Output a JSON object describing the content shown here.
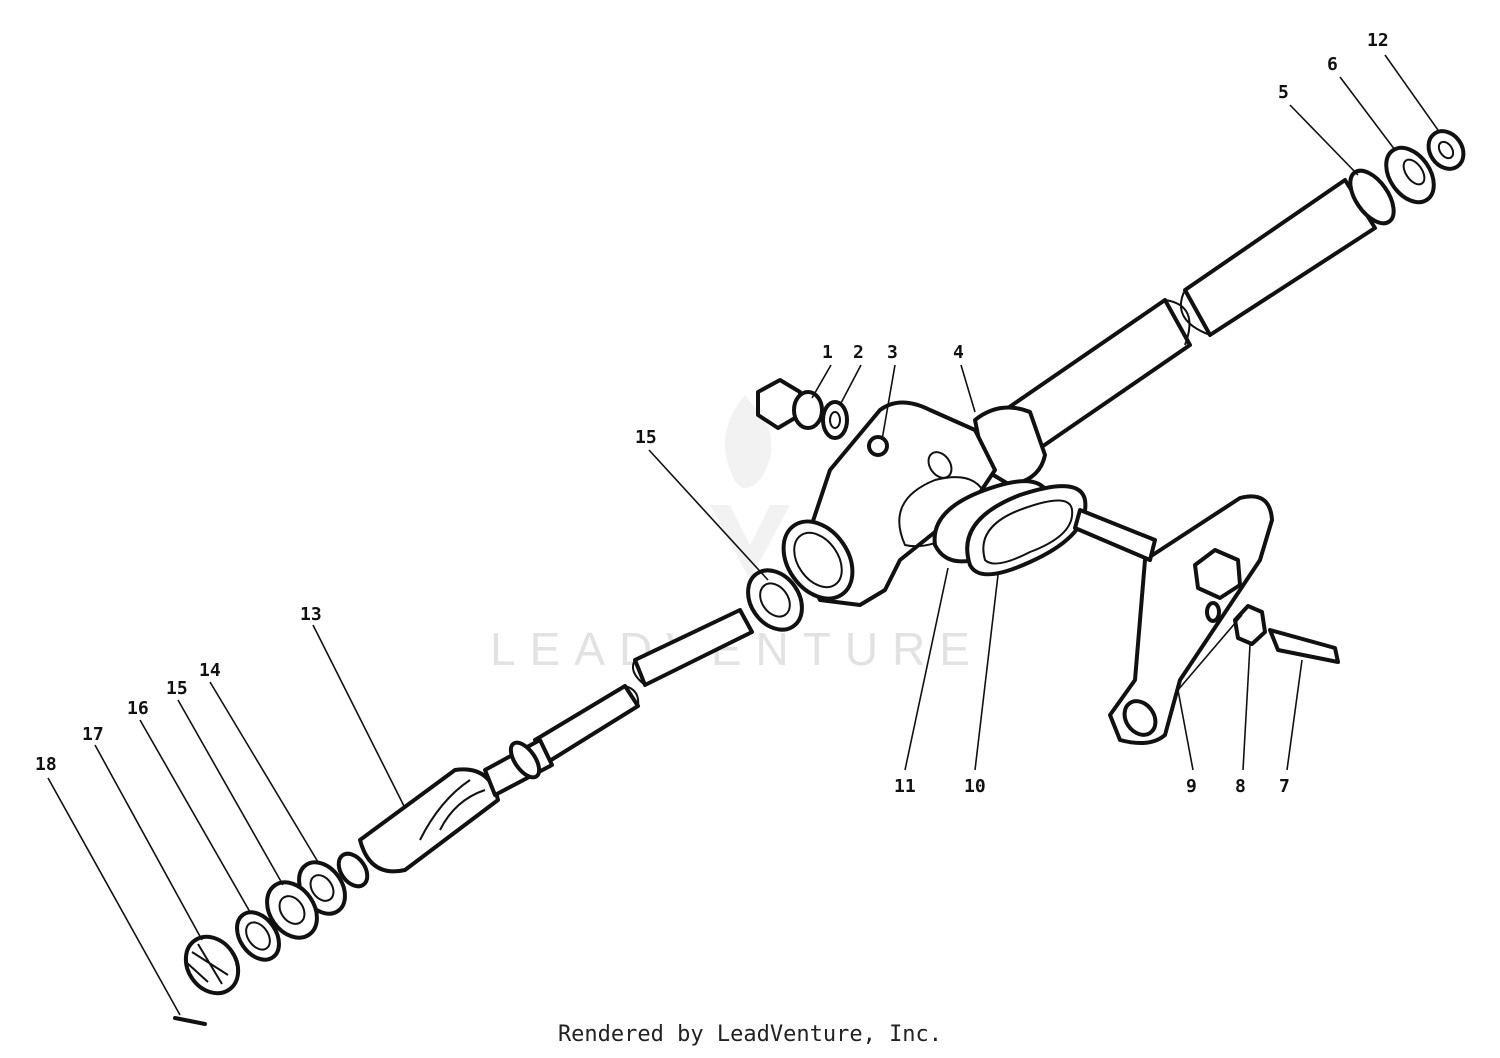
{
  "watermark": {
    "text": "LEADVENTURE"
  },
  "footer": {
    "text": "Rendered by LeadVenture, Inc."
  },
  "callouts": [
    {
      "id": "1",
      "label": "1"
    },
    {
      "id": "2",
      "label": "2"
    },
    {
      "id": "3",
      "label": "3"
    },
    {
      "id": "4",
      "label": "4"
    },
    {
      "id": "5",
      "label": "5"
    },
    {
      "id": "6",
      "label": "6"
    },
    {
      "id": "7",
      "label": "7"
    },
    {
      "id": "8",
      "label": "8"
    },
    {
      "id": "9",
      "label": "9"
    },
    {
      "id": "10",
      "label": "10"
    },
    {
      "id": "11",
      "label": "11"
    },
    {
      "id": "12",
      "label": "12"
    },
    {
      "id": "13",
      "label": "13"
    },
    {
      "id": "14",
      "label": "14"
    },
    {
      "id": "15a",
      "label": "15"
    },
    {
      "id": "15b",
      "label": "15"
    },
    {
      "id": "16",
      "label": "16"
    },
    {
      "id": "17",
      "label": "17"
    },
    {
      "id": "18",
      "label": "18"
    }
  ]
}
